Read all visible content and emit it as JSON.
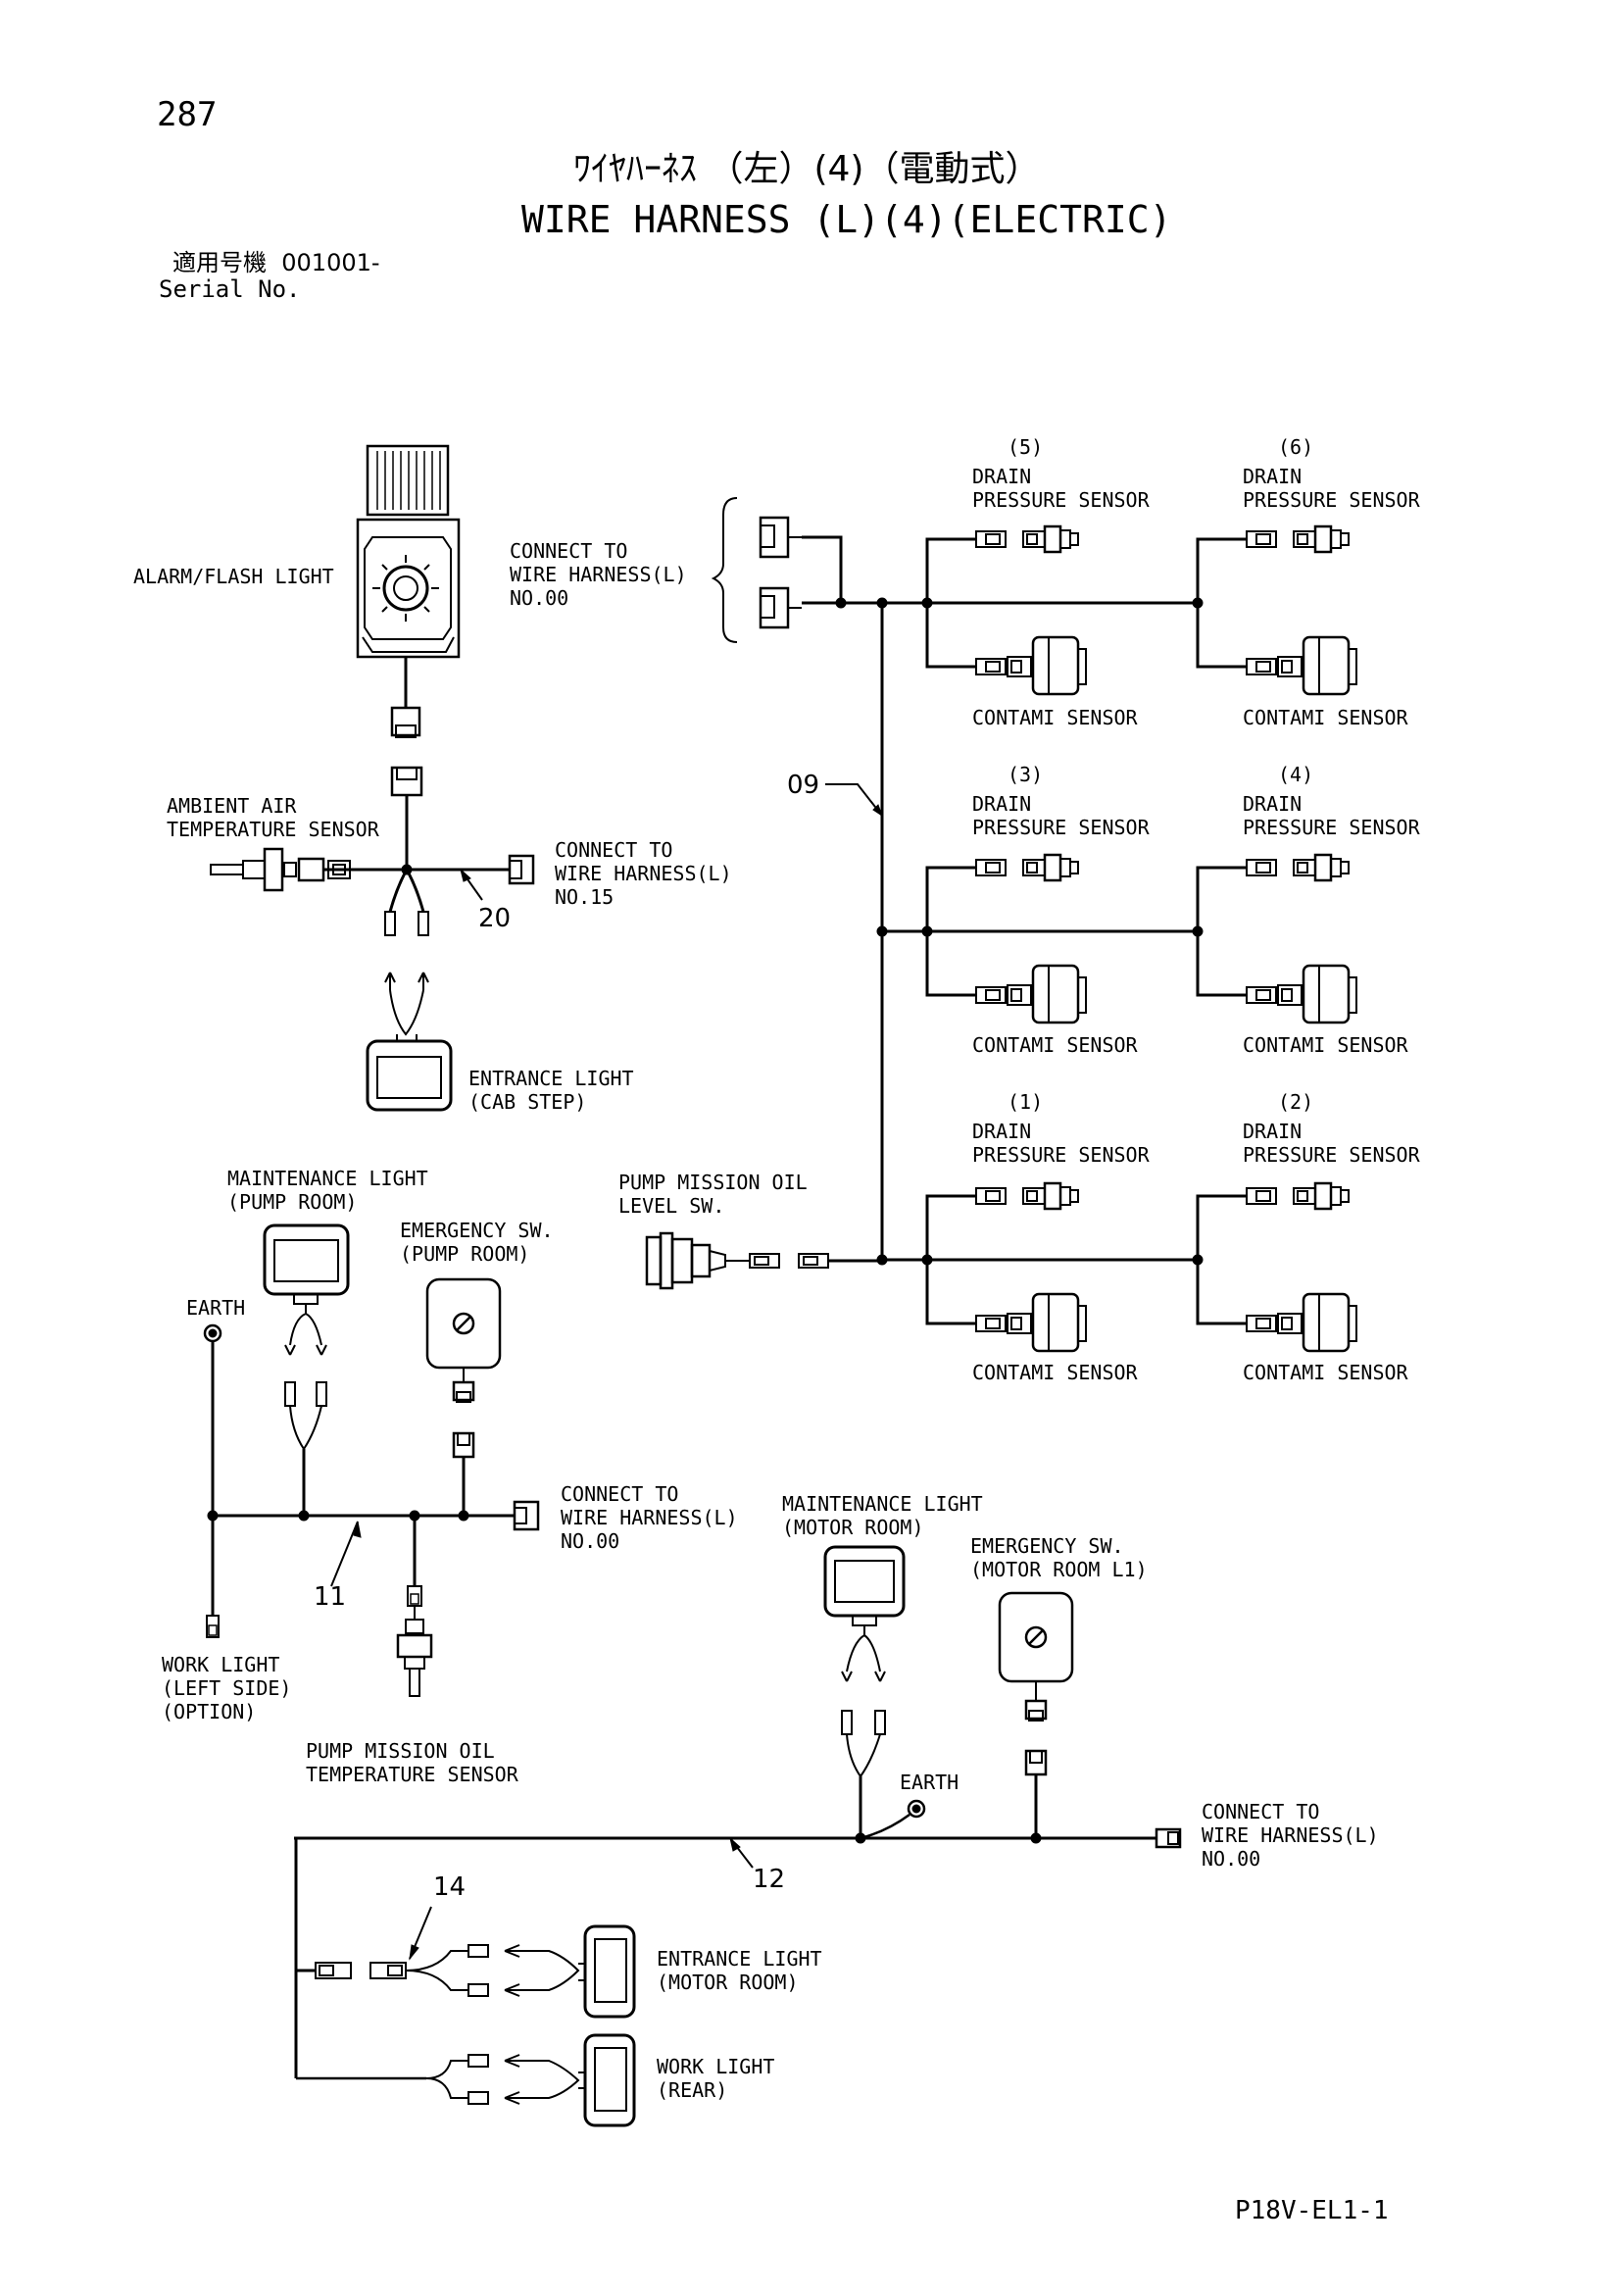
{
  "header": {
    "page_number": "287",
    "title_jp": "ﾜｲﾔﾊｰﾈｽ （左）(4)（電動式）",
    "title_en": "WIRE HARNESS (L)(4)(ELECTRIC)",
    "serial_jp": "適用号機  001001-",
    "serial_en": "Serial No."
  },
  "labels": {
    "alarm_flash_light": "ALARM/FLASH LIGHT",
    "connect_top_1": "CONNECT TO",
    "connect_top_2": "WIRE HARNESS(L)",
    "connect_top_3": "NO.00",
    "ambient_1": "AMBIENT AIR",
    "ambient_2": "TEMPERATURE SENSOR",
    "connect_15_1": "CONNECT TO",
    "connect_15_2": "WIRE HARNESS(L)",
    "connect_15_3": "NO.15",
    "entrance_cab_1": "ENTRANCE LIGHT",
    "entrance_cab_2": "(CAB STEP)",
    "maint_pump_1": "MAINTENANCE LIGHT",
    "maint_pump_2": "(PUMP ROOM)",
    "emerg_pump_1": "EMERGENCY SW.",
    "emerg_pump_2": "(PUMP ROOM)",
    "earth_left": "EARTH",
    "connect_mid_1": "CONNECT TO",
    "connect_mid_2": "WIRE HARNESS(L)",
    "connect_mid_3": "NO.00",
    "work_left_1": "WORK LIGHT",
    "work_left_2": "(LEFT SIDE)",
    "work_left_3": "(OPTION)",
    "pump_temp_1": "PUMP MISSION OIL",
    "pump_temp_2": "TEMPERATURE SENSOR",
    "pump_level_1": "PUMP MISSION OIL",
    "pump_level_2": "LEVEL SW.",
    "maint_motor_1": "MAINTENANCE LIGHT",
    "maint_motor_2": "(MOTOR ROOM)",
    "emerg_motor_1": "EMERGENCY SW.",
    "emerg_motor_2": "(MOTOR ROOM L1)",
    "earth_bottom": "EARTH",
    "connect_bot_1": "CONNECT TO",
    "connect_bot_2": "WIRE HARNESS(L)",
    "connect_bot_3": "NO.00",
    "entrance_motor_1": "ENTRANCE LIGHT",
    "entrance_motor_2": "(MOTOR ROOM)",
    "work_rear_1": "WORK LIGHT",
    "work_rear_2": "(REAR)"
  },
  "sensors": [
    {
      "id": "(5)",
      "drain_1": "DRAIN",
      "drain_2": "PRESSURE SENSOR",
      "contami": "CONTAMI SENSOR"
    },
    {
      "id": "(6)",
      "drain_1": "DRAIN",
      "drain_2": "PRESSURE SENSOR",
      "contami": "CONTAMI SENSOR"
    },
    {
      "id": "(3)",
      "drain_1": "DRAIN",
      "drain_2": "PRESSURE SENSOR",
      "contami": "CONTAMI SENSOR"
    },
    {
      "id": "(4)",
      "drain_1": "DRAIN",
      "drain_2": "PRESSURE SENSOR",
      "contami": "CONTAMI SENSOR"
    },
    {
      "id": "(1)",
      "drain_1": "DRAIN",
      "drain_2": "PRESSURE SENSOR",
      "contami": "CONTAMI SENSOR"
    },
    {
      "id": "(2)",
      "drain_1": "DRAIN",
      "drain_2": "PRESSURE SENSOR",
      "contami": "CONTAMI SENSOR"
    }
  ],
  "part_numbers": {
    "p09": "09",
    "p20": "20",
    "p11": "11",
    "p12": "12",
    "p14": "14"
  },
  "footer": {
    "code": "P18V-EL1-1"
  }
}
